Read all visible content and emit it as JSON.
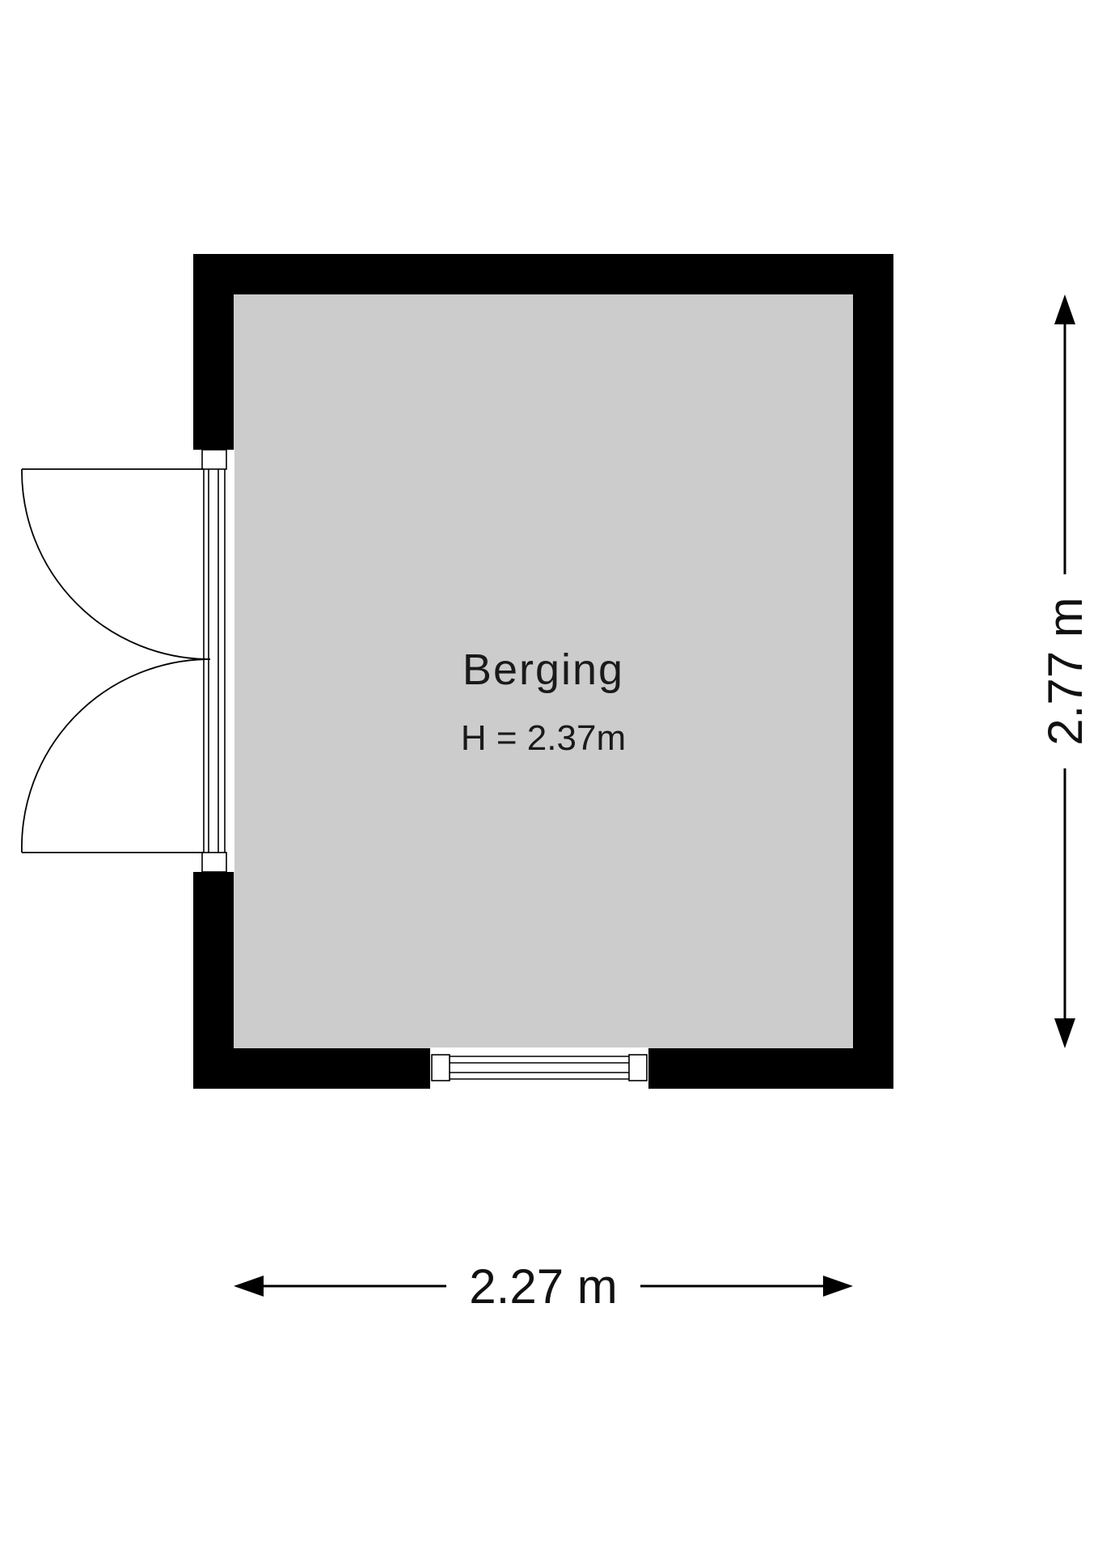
{
  "room": {
    "name": "Berging",
    "height_label": "H = 2.37m"
  },
  "dimensions": {
    "width_label": "2.27 m",
    "depth_label": "2.77 m"
  },
  "colors": {
    "wall": "#000000",
    "floor": "#cccccc",
    "background": "#ffffff"
  }
}
